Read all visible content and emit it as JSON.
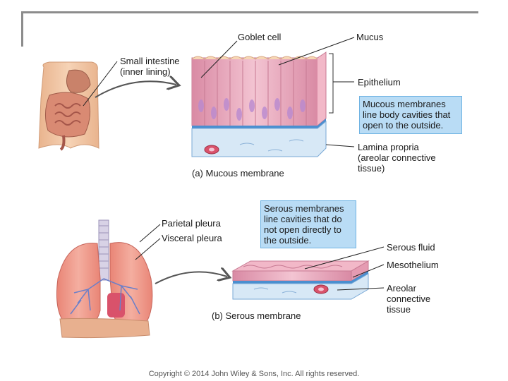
{
  "labels": {
    "goblet_cell": "Goblet cell",
    "mucus": "Mucus",
    "small_intestine": [
      "Small intestine",
      "(inner lining)"
    ],
    "epithelium": "Epithelium",
    "mucous_box": [
      "Mucous membranes",
      "line body cavities that",
      "open to the outside."
    ],
    "lamina_propria": [
      "Lamina propria",
      "(areolar connective",
      "tissue)"
    ],
    "caption_a": "(a)  Mucous membrane",
    "parietal_pleura": "Parietal pleura",
    "visceral_pleura": "Visceral pleura",
    "serous_box": [
      "Serous  membranes",
      "line cavities that do",
      "not open directly to",
      "the outside."
    ],
    "serous_fluid": "Serous fluid",
    "mesothelium": "Mesothelium",
    "areolar": [
      "Areolar",
      "connective",
      "tissue"
    ],
    "caption_b": "(b)  Serous membrane"
  },
  "copyright": "Copyright © 2014 John Wiley & Sons, Inc. All rights reserved.",
  "colors": {
    "frame": "#8c8c8c",
    "box_fill": "#b9dcf5",
    "epithelium_pink": "#e9a9bd",
    "basement_blue": "#4a8fd0",
    "skin": "#efc3a0",
    "lung": "#ee9a8c"
  }
}
